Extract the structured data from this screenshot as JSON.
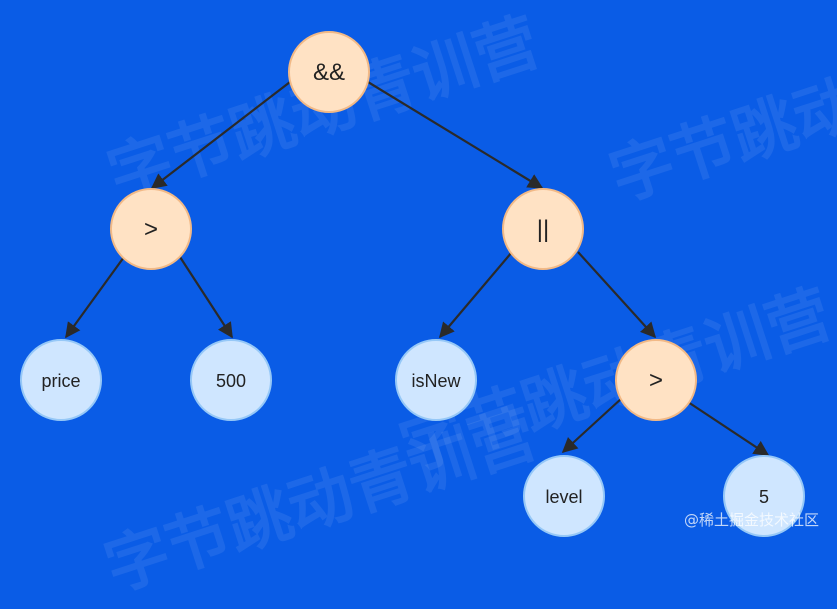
{
  "diagram": {
    "nodes": {
      "and": {
        "label": "&&"
      },
      "gt1": {
        "label": ">"
      },
      "or": {
        "label": "||"
      },
      "price": {
        "label": "price"
      },
      "v500": {
        "label": "500"
      },
      "isnew": {
        "label": "isNew"
      },
      "gt2": {
        "label": ">"
      },
      "level": {
        "label": "level"
      },
      "v5": {
        "label": "5"
      }
    },
    "colors": {
      "background": "#0a5ce6",
      "operator_fill": "#ffe2c4",
      "operator_stroke": "#f2b986",
      "operand_fill": "#cfe6ff",
      "operand_stroke": "#96c8f7",
      "edge": "#2a2a2a"
    }
  },
  "watermark": {
    "text_large": "字节跳动青训营",
    "credit": "@稀土掘金技术社区"
  }
}
